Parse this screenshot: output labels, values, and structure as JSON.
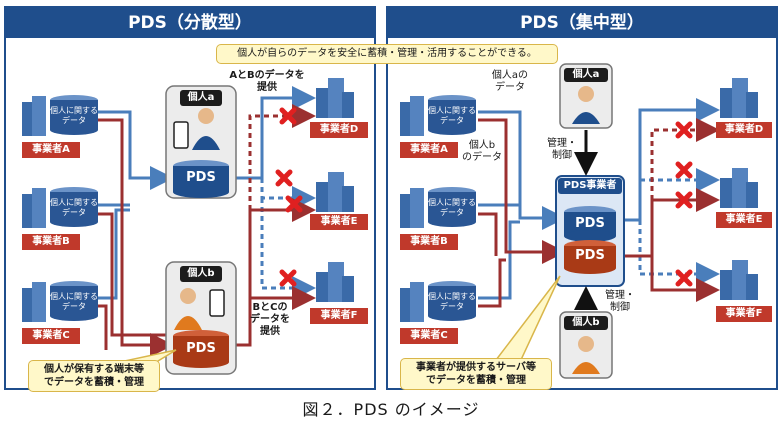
{
  "left_panel": {
    "title": "PDS（分散型）",
    "business_labels": [
      "事業者A",
      "事業者B",
      "事業者C"
    ],
    "db_label": "個人に関する\nデータ",
    "person_a": "個人a",
    "person_b": "個人b",
    "pds_label": "PDS",
    "note_ab": "AとBのデータを\n提供",
    "note_bc": "BとCの\nデータを\n提供",
    "recipients": [
      "事業者D",
      "事業者E",
      "事業者F"
    ],
    "callout": "個人が保有する端末等\nでデータを蓄積・管理"
  },
  "right_panel": {
    "title": "PDS（集中型）",
    "banner": "個人が自らのデータを安全に蓄積・管理・活用することができる。",
    "business_labels": [
      "事業者A",
      "事業者B",
      "事業者C"
    ],
    "db_label": "個人に関する\nデータ",
    "person_a": "個人a",
    "person_b": "個人b",
    "note_a_data": "個人aの\nデータ",
    "note_b_data": "個人b\nのデータ",
    "control_a": "管理・\n制御",
    "control_b": "管理・\n制御",
    "pds_operator": "PDS事業者",
    "pds_label": "PDS",
    "recipients": [
      "事業者D",
      "事業者E",
      "事業者F"
    ],
    "callout": "事業者が提供するサーバ等\nでデータを蓄積・管理"
  },
  "caption": "図２．PDS のイメージ",
  "colors": {
    "navy": "#1f4e8c",
    "red_label": "#c0392b",
    "blue_line": "#4a7ebb",
    "red_line": "#9b3030",
    "pds_blue": "#1f4e8c",
    "pds_red": "#a93a16",
    "callout_bg": "#fff8c9"
  }
}
